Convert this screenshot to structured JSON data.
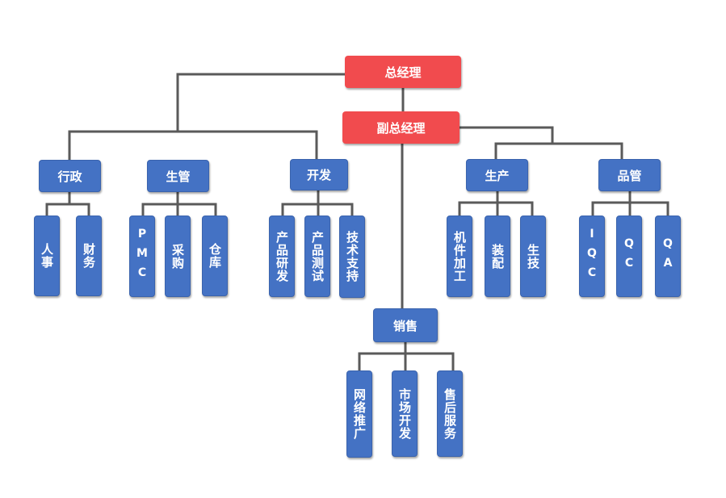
{
  "colors": {
    "top": "#f14b4e",
    "dept": "#4472c4",
    "line": "#5a5a5a"
  },
  "top": {
    "gm": "总经理",
    "dgm": "副总经理"
  },
  "departments": {
    "admin": {
      "label": "行政",
      "subs": [
        "人事",
        "财务"
      ]
    },
    "production_mgmt": {
      "label": "生管",
      "subs": [
        "PMC",
        "采购",
        "仓库"
      ]
    },
    "development": {
      "label": "开发",
      "subs": [
        "产品研发",
        "产品测试",
        "技术支持"
      ]
    },
    "production": {
      "label": "生产",
      "subs": [
        "机件加工",
        "装配",
        "生技"
      ]
    },
    "quality": {
      "label": "品管",
      "subs": [
        "IQC",
        "QC",
        "QA"
      ]
    },
    "sales": {
      "label": "销售",
      "subs": [
        "网络推广",
        "市场开发",
        "售后服务"
      ]
    }
  }
}
